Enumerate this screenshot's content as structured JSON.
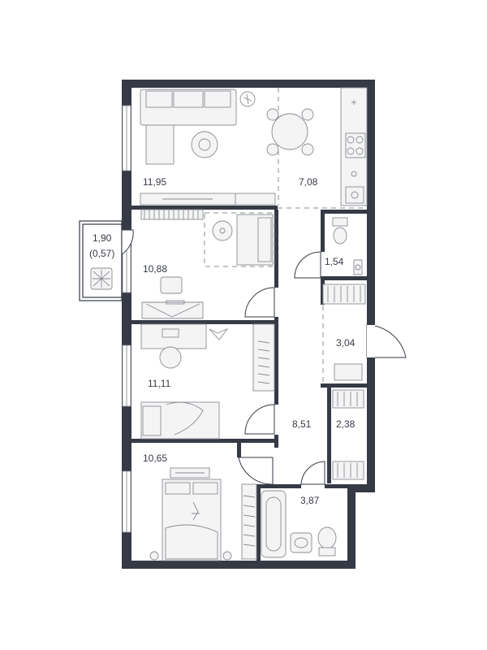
{
  "rooms": [
    {
      "id": "living",
      "area": "11,95"
    },
    {
      "id": "kitchen",
      "area": "7,08"
    },
    {
      "id": "balcony",
      "area": "1,90",
      "area_reduced": "(0,57)"
    },
    {
      "id": "bedroom-1",
      "area": "10,88"
    },
    {
      "id": "wc",
      "area": "1,54"
    },
    {
      "id": "wardrobe-1",
      "area": "3,04"
    },
    {
      "id": "bedroom-2",
      "area": "11,11"
    },
    {
      "id": "hallway",
      "area": "8,51"
    },
    {
      "id": "wardrobe-2",
      "area": "2,38"
    },
    {
      "id": "bedroom-3",
      "area": "10,65"
    },
    {
      "id": "bathroom",
      "area": "3,87"
    }
  ],
  "colors": {
    "wall": "#363a45",
    "furniture": "#8a8d94",
    "background": "#ffffff"
  }
}
